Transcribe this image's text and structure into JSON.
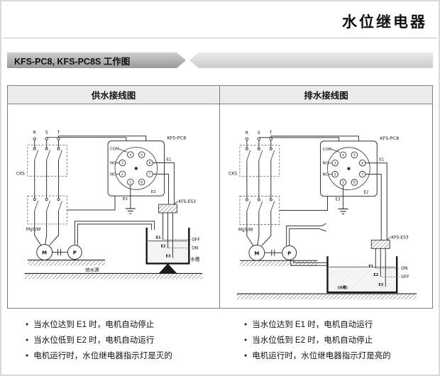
{
  "page": {
    "title": "水位继电器",
    "banner": "KFS-PC8, KFS-PC8S 工作图"
  },
  "table": {
    "headers": {
      "supply": "供水接线图",
      "drain": "排水接线图"
    }
  },
  "labels": {
    "r": "R",
    "s": "S",
    "t": "T",
    "cks": "CKS",
    "mgsw": "MgS/W",
    "relay": "KFS-PC8",
    "com": "COM",
    "no": "NO",
    "nc": "NC",
    "e1": "E1",
    "e2": "E2",
    "e3": "E3",
    "es3": "KFS-ES3",
    "on": "ON",
    "off": "OFF",
    "motor": "M",
    "pump": "P",
    "source": "给水源",
    "tank": "水槽",
    "tank_paren": "(水槽)",
    "pins": [
      "1",
      "2",
      "3",
      "4",
      "5",
      "6",
      "7",
      "8"
    ]
  },
  "notes": {
    "supply": [
      "当水位达到 E1 时，电机自动停止",
      "当水位低到 E2 时，电机自动运行",
      "电机运行时，水位继电器指示灯是灭的"
    ],
    "drain": [
      "当水位达到 E1 时，电机自动运行",
      "当水位低到 E2 时，电机自动停止",
      "电机运行时，水位继电器指示灯是亮的"
    ]
  },
  "glyphs": {
    "bullet": "●"
  }
}
